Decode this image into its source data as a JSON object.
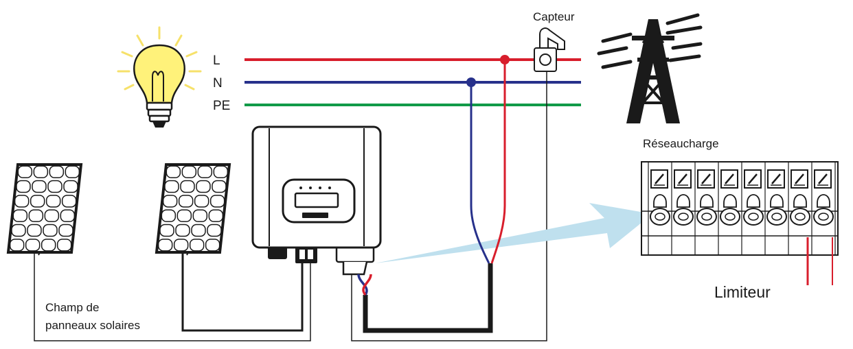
{
  "labels": {
    "line_l": "L",
    "line_n": "N",
    "line_pe": "PE",
    "sensor": "Capteur",
    "grid_load": "Réseaucharge",
    "limiter": "Limiteur",
    "solar_field_line1": "Champ de",
    "solar_field_line2": "panneaux solaires"
  },
  "colors": {
    "line_l": "#d81e2c",
    "line_n": "#27318b",
    "line_pe": "#119a48",
    "wire": "#1a1a1a",
    "arrow": "#bfe0ee",
    "bulb": "#fff27a",
    "rays": "#f6e16a"
  },
  "icons": {
    "bulb": "light-bulb-icon",
    "pylon": "power-pylon-icon",
    "sensor": "current-clamp-sensor-icon",
    "inverter": "inverter-icon",
    "panel": "solar-panel-icon",
    "terminal": "terminal-block-icon"
  }
}
